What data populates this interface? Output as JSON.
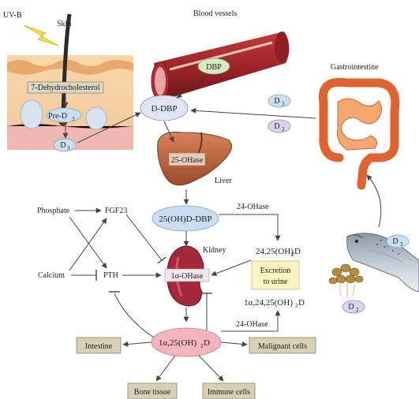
{
  "labels": {
    "uvb": "UV-B",
    "skin": "Skin",
    "blood_vessels": "Blood vessels",
    "gastrointestine": "Gastrointestine",
    "seven_dhc": "7-Dehydrocholesterol",
    "pre_d3": "Pre-D",
    "pre_d3_sub": "3",
    "d3_skin": "D",
    "d3_skin_sub": "3",
    "dbp": "DBP",
    "d_dbp": "D-DBP",
    "d3_gut": "D",
    "d3_gut_sub": "3",
    "d2_gut": "D",
    "d2_gut_sub": "2",
    "ohase25": "25-OHase",
    "liver": "Liver",
    "ohd_dbp": "25(OH)D-DBP",
    "ohase24_top": "24-OHase",
    "phosphate": "Phosphate",
    "fgf23": "FGF23",
    "calcium": "Calcium",
    "pth": "PTH",
    "kidney": "Kidney",
    "ohase1a": "1α-OHase",
    "oh2d_2425": "24,25(OH)",
    "oh2d_2425_sub": "2",
    "oh2d_2425_end": "D",
    "excretion": "Excretion",
    "to_urine": "to urine",
    "oh3d": "1α,24,25(OH)",
    "oh3d_sub": "3",
    "oh3d_end": "D",
    "ohase24_bottom": "24-OHase",
    "calcitriol": "1α,25(OH)",
    "calcitriol_sub": "2",
    "calcitriol_end": "D",
    "intestine": "Intestine",
    "malignant": "Malignant cells",
    "bone": "Bone tissue",
    "immune": "Immune cells",
    "d3_fish": "D",
    "d3_fish_sub": "3",
    "d2_mush": "D",
    "d2_mush_sub": "2"
  },
  "colors": {
    "node_blue": "#c9def3",
    "node_pink": "#f5b4c0",
    "box_tan": "#d6d0b4",
    "box_yellow": "#fbf3c4",
    "arrow": "#444444"
  }
}
